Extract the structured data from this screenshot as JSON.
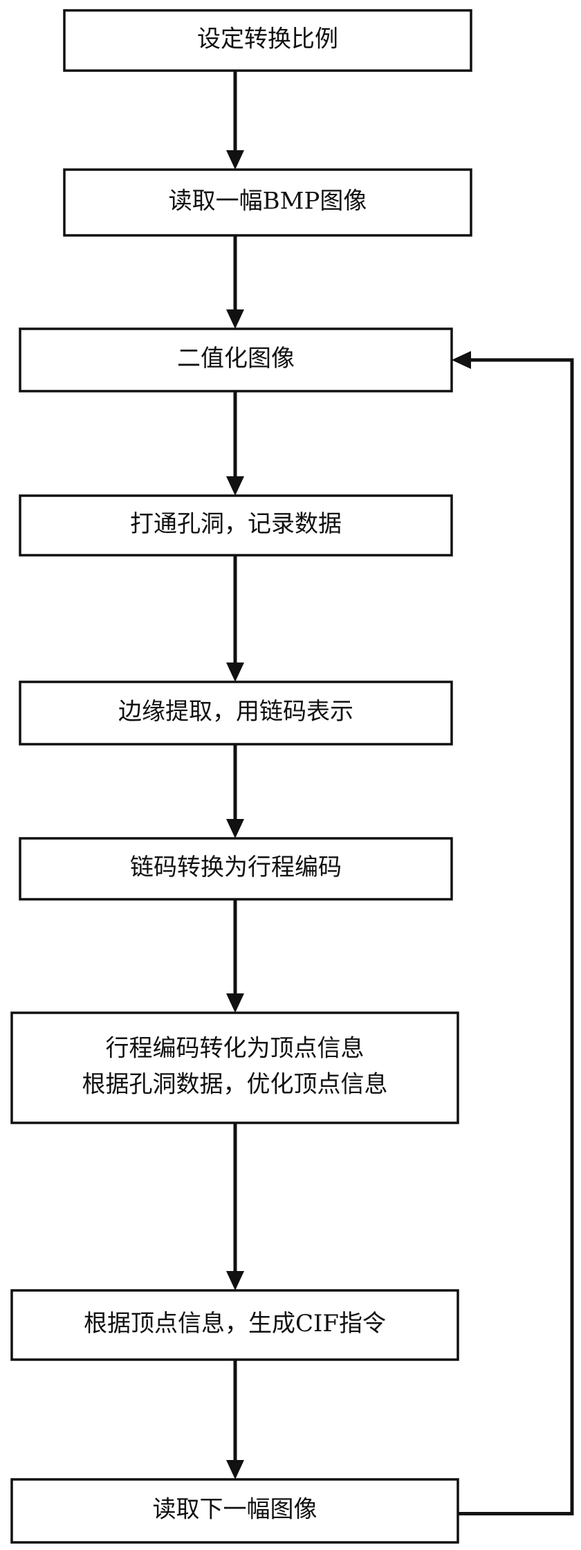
{
  "steps": [
    {
      "id": "set-ratio",
      "lines": [
        "设定转换比例"
      ]
    },
    {
      "id": "read-bmp",
      "lines": [
        "读取一幅BMP图像"
      ]
    },
    {
      "id": "binarize",
      "lines": [
        "二值化图像"
      ]
    },
    {
      "id": "open-holes",
      "lines": [
        "打通孔洞，记录数据"
      ]
    },
    {
      "id": "edge-extract",
      "lines": [
        "边缘提取，用链码表示"
      ]
    },
    {
      "id": "chain-to-runlength",
      "lines": [
        "链码转换为行程编码"
      ]
    },
    {
      "id": "runlength-to-vertex",
      "lines": [
        "行程编码转化为顶点信息",
        "根据孔洞数据，优化顶点信息"
      ]
    },
    {
      "id": "generate-cif",
      "lines": [
        "根据顶点信息，生成CIF指令"
      ]
    },
    {
      "id": "read-next",
      "lines": [
        "读取下一幅图像"
      ]
    }
  ],
  "edges": [
    {
      "from": "set-ratio",
      "to": "read-bmp"
    },
    {
      "from": "read-bmp",
      "to": "binarize"
    },
    {
      "from": "binarize",
      "to": "open-holes"
    },
    {
      "from": "open-holes",
      "to": "edge-extract"
    },
    {
      "from": "edge-extract",
      "to": "chain-to-runlength"
    },
    {
      "from": "chain-to-runlength",
      "to": "runlength-to-vertex"
    },
    {
      "from": "runlength-to-vertex",
      "to": "generate-cif"
    },
    {
      "from": "generate-cif",
      "to": "read-next"
    },
    {
      "from": "read-next",
      "to": "binarize",
      "kind": "loop-back"
    }
  ],
  "colors": {
    "stroke": "#111111",
    "fill": "#ffffff",
    "text": "#111111"
  }
}
